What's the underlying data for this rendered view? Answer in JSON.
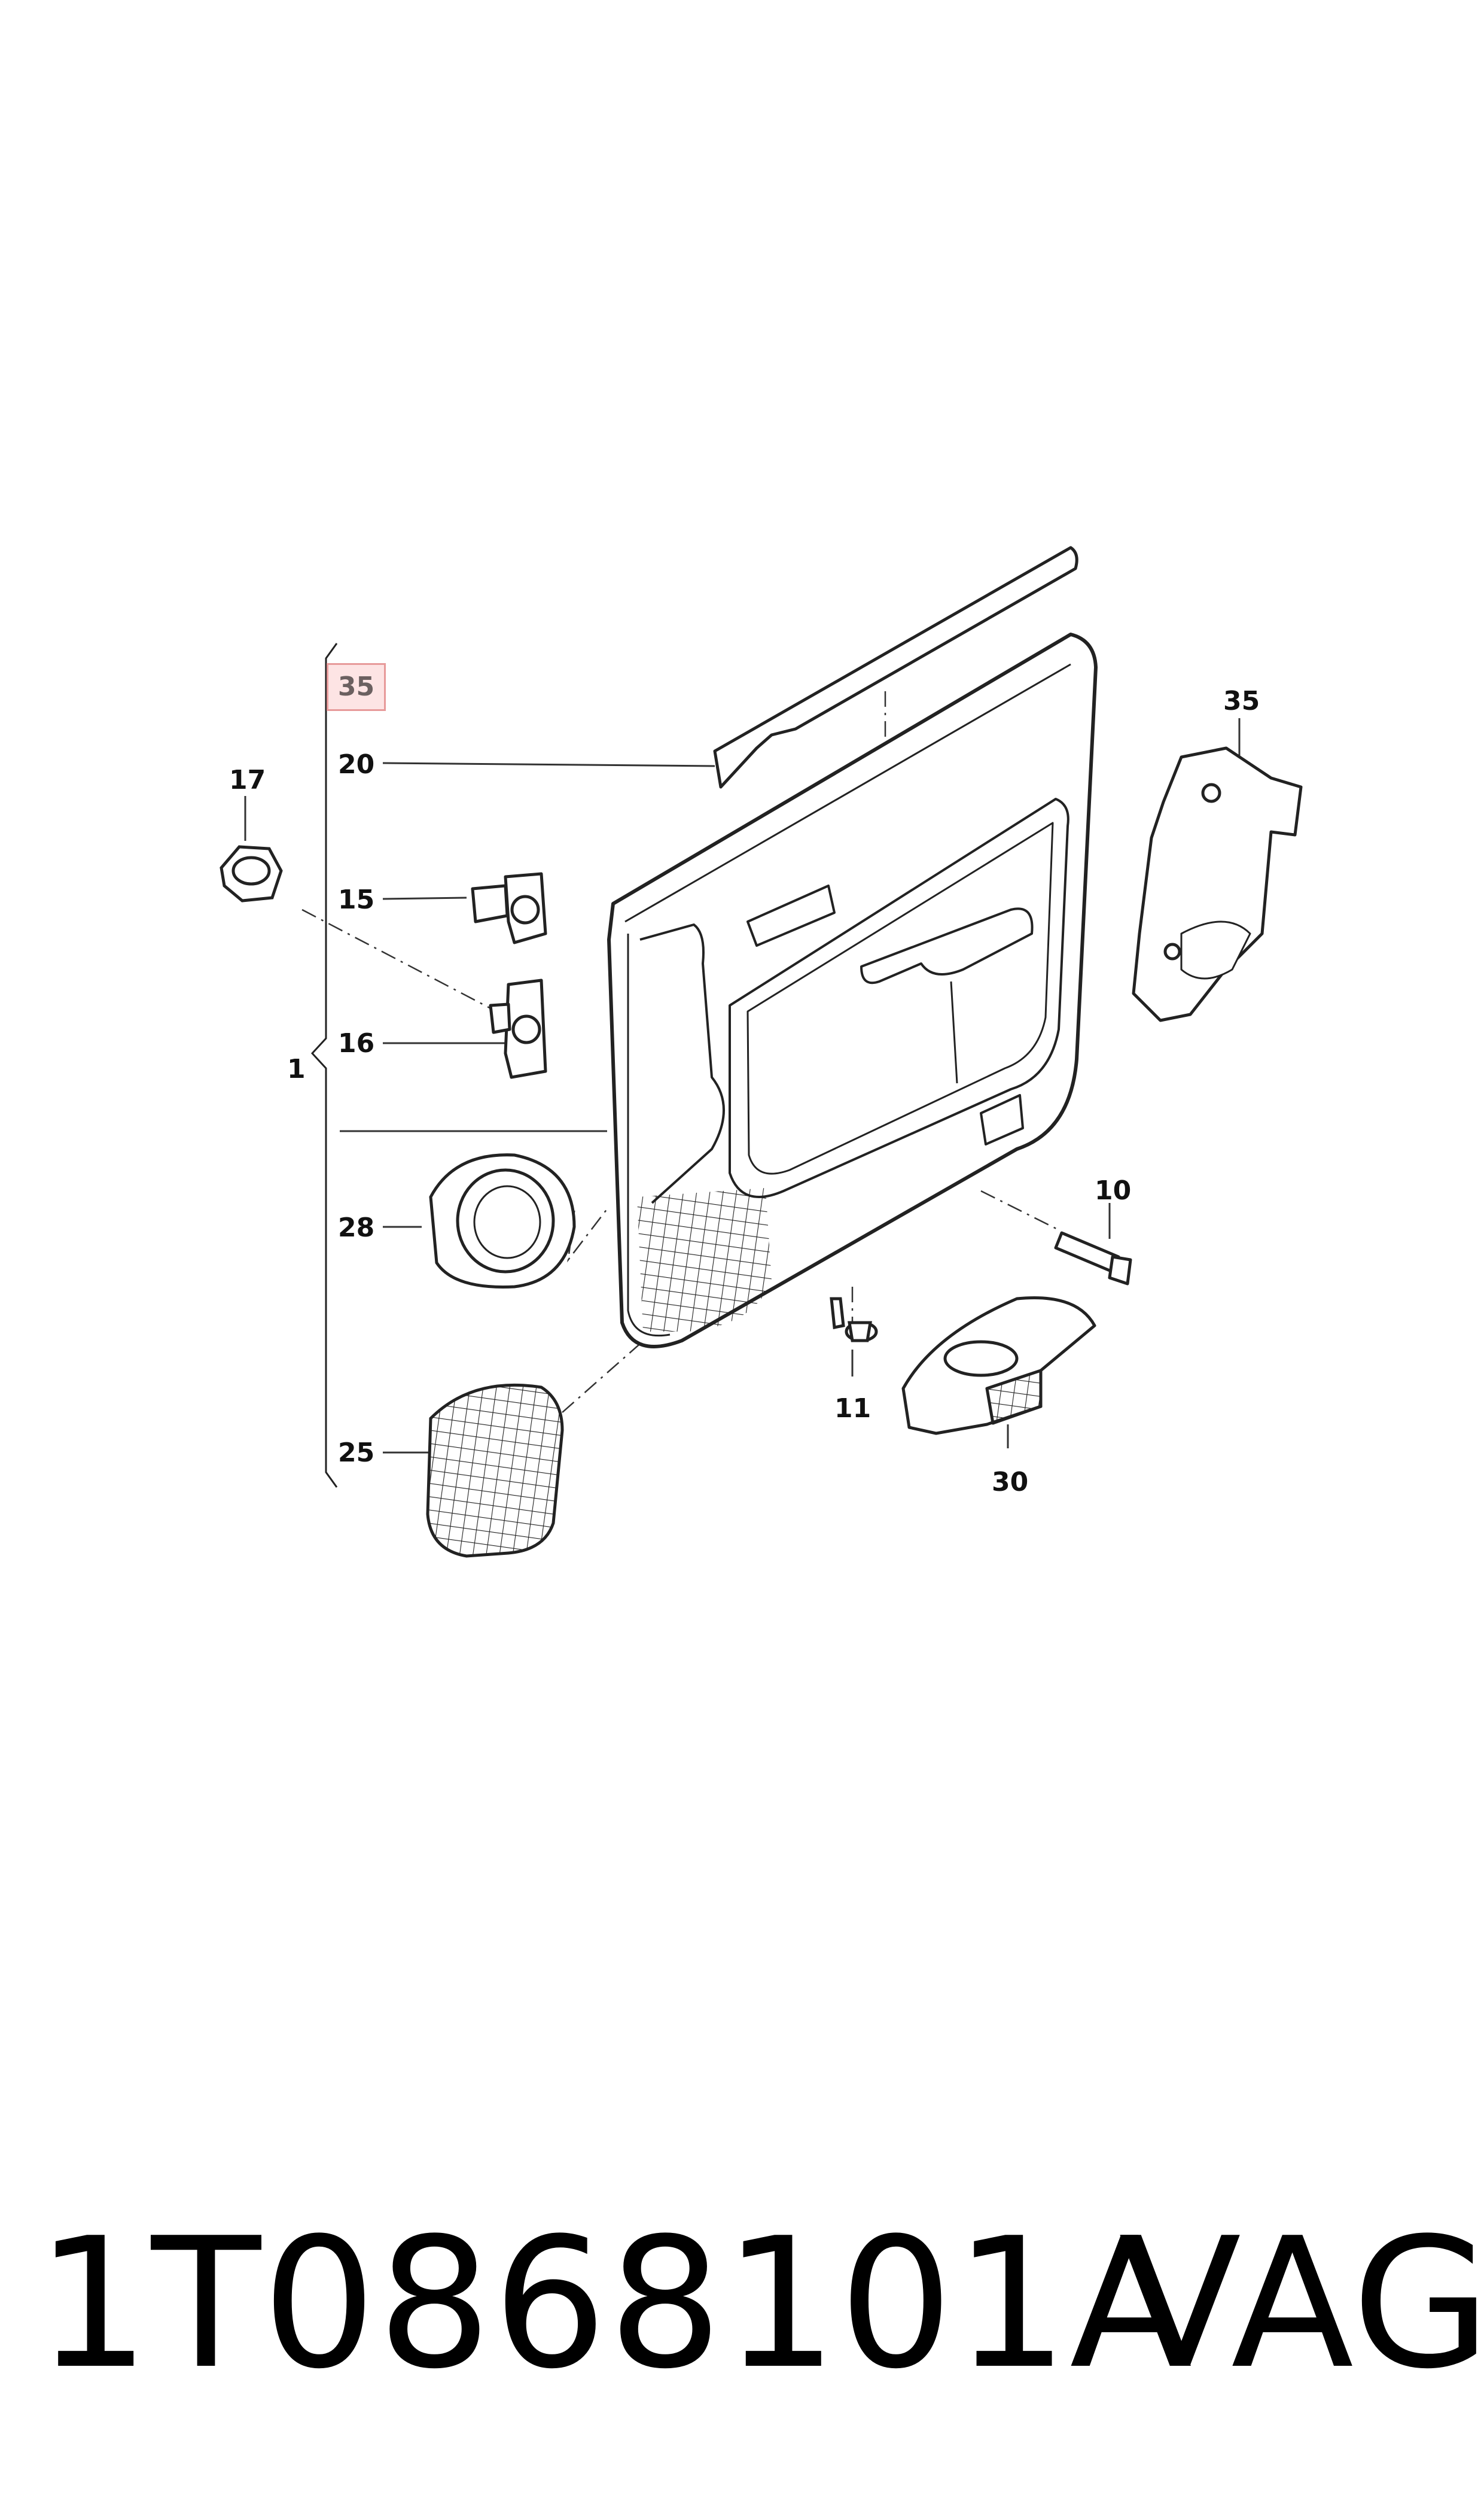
{
  "highlighted_callout": "35",
  "callouts": {
    "c1": "1",
    "c10": "10",
    "c11": "11",
    "c15": "15",
    "c16": "16",
    "c17": "17",
    "c20": "20",
    "c25": "25",
    "c28": "28",
    "c30": "30",
    "c35": "35"
  },
  "footer": {
    "part_number": "1T0868101A",
    "brand": "VAG"
  }
}
